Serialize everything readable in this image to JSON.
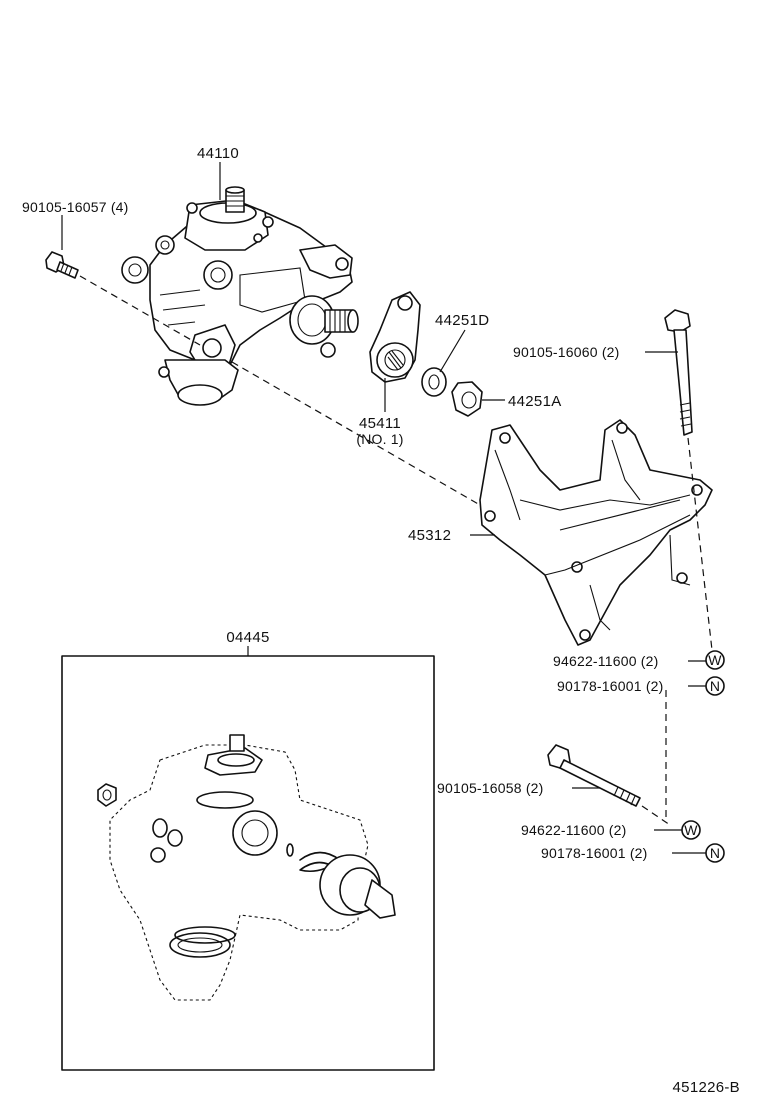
{
  "diagram": {
    "labels": {
      "gear_box": "44110",
      "gear_box_bolt": "90105-16057 (4)",
      "pitman_arm": "45411",
      "pitman_arm_sub": "(NO. 1)",
      "lock_washer": "44251D",
      "nut": "44251A",
      "bracket": "45312",
      "long_bolt_upper": "90105-16060 (2)",
      "washer_upper": "94622-11600 (2)",
      "nut_upper": "90178-16001 (2)",
      "long_bolt_lower": "90105-16058 (2)",
      "washer_lower": "94622-11600 (2)",
      "nut_lower": "90178-16001 (2)",
      "gasket_kit": "04445",
      "washer_symbol": "W",
      "nut_symbol": "N"
    },
    "figure_code": "451226-B"
  }
}
